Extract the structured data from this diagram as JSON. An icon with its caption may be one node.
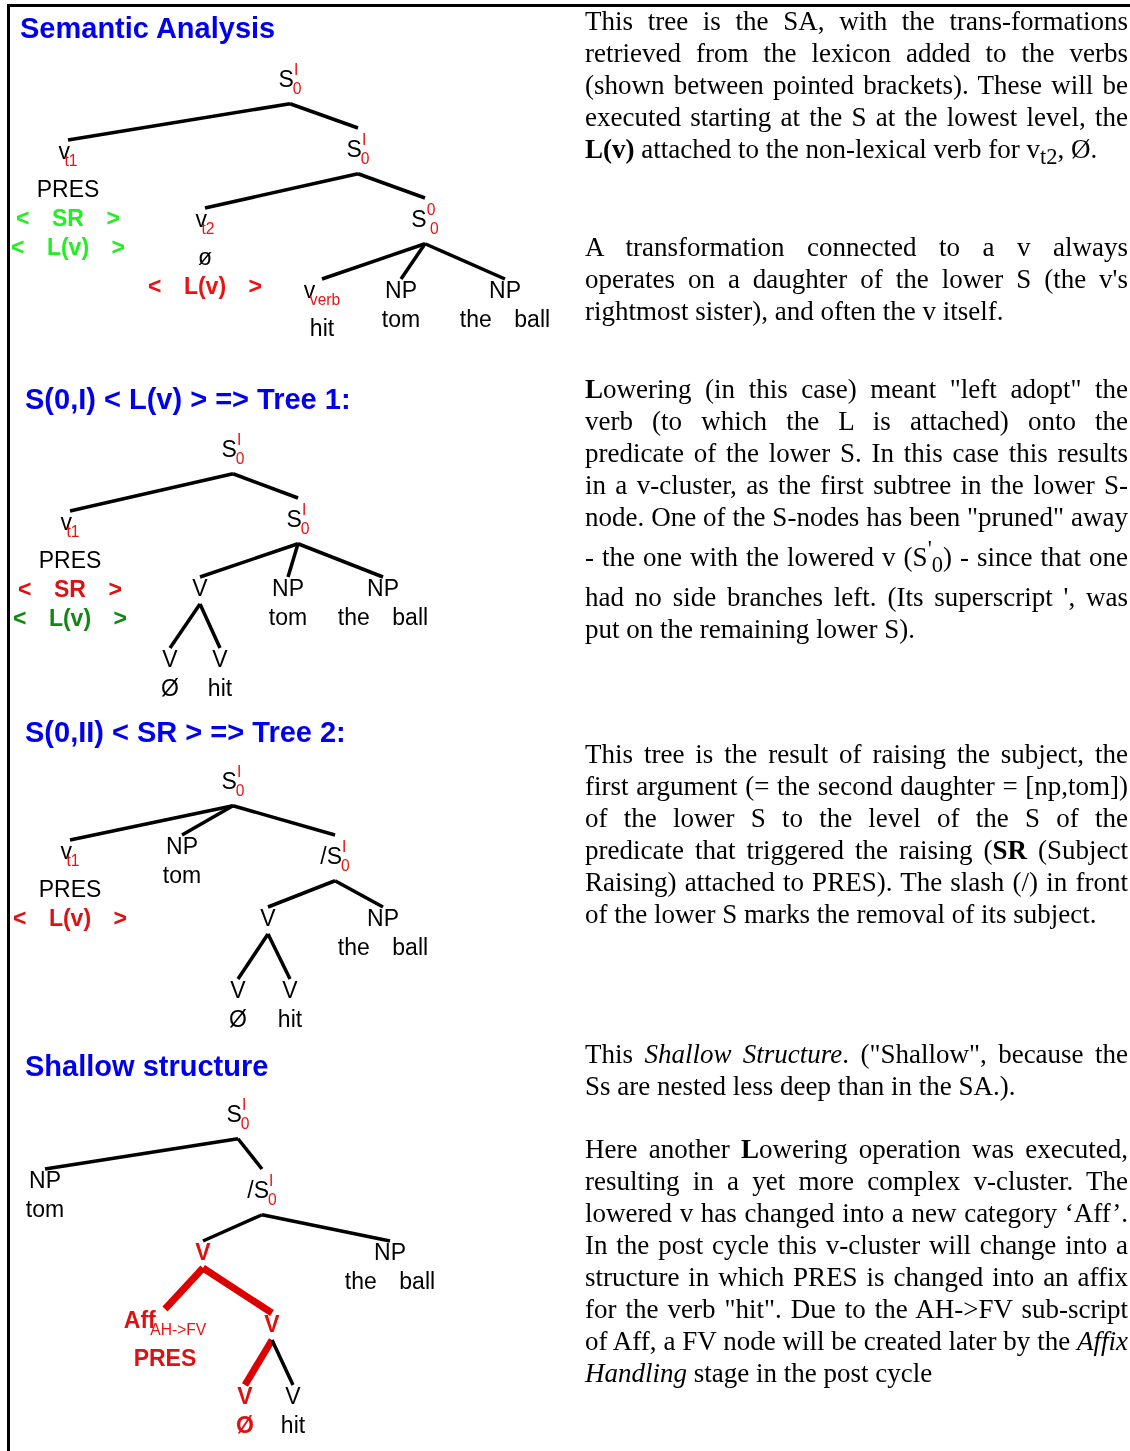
{
  "diagram": {
    "nodes": [
      {
        "text": [
          "S$^{I}$$_{0}$"
        ]
      },
      {
        "text": [
          "v$_{t1}$",
          "PRES",
          "< SR >",
          "< L(v) >"
        ]
      },
      {
        "text": [
          "S$^{I}$$_{0}$"
        ]
      },
      {
        "text": [
          "v$_{t2}$",
          "ø",
          "< L(v) >"
        ]
      },
      {
        "text": [
          "S$^{0}$$_{0}$"
        ]
      },
      {
        "text": [
          "v$_{verb}$",
          "hit"
        ]
      },
      {
        "text": [
          "NP",
          "tom"
        ]
      },
      {
        "text": [
          "NP",
          "the ball"
        ]
      },
      {
        "text": [
          "S$^{I}$$_{0}$"
        ]
      },
      {
        "text": [
          "v$_{t1}$",
          "PRES",
          "< SR >",
          "< L(v) >"
        ]
      },
      {
        "text": [
          "S$^{I}$$_{0}$"
        ]
      },
      {
        "text": [
          "V"
        ]
      },
      {
        "text": [
          "NP",
          "tom"
        ]
      },
      {
        "text": [
          "NP",
          "the ball"
        ]
      },
      {
        "text": [
          "V",
          "Ø"
        ]
      },
      {
        "text": [
          "V",
          "hit"
        ]
      },
      {
        "text": [
          "S$^{I}$$_{0}$"
        ]
      },
      {
        "text": [
          "v$_{t1}$",
          "PRES",
          "< L(v) >"
        ]
      },
      {
        "text": [
          "NP",
          "tom"
        ]
      },
      {
        "text": [
          "/S$^{I}$$_{0}$"
        ]
      },
      {
        "text": [
          "V"
        ]
      },
      {
        "text": [
          "NP",
          "the ball"
        ]
      },
      {
        "text": [
          "V",
          "Ø"
        ]
      },
      {
        "text": [
          "V",
          "hit"
        ]
      },
      {
        "text": [
          "S$^{I}$$_{0}$"
        ]
      },
      {
        "text": [
          "NP",
          "tom"
        ]
      },
      {
        "text": [
          "/S$^{I}$$_{0}$"
        ]
      },
      {
        "text": [
          "V"
        ]
      },
      {
        "text": [
          "NP",
          "the ball"
        ]
      },
      {
        "text": [
          "Aff$_{AH->FV}$",
          "PRES"
        ]
      },
      {
        "text": [
          "V"
        ]
      },
      {
        "text": [
          "V",
          "Ø"
        ]
      },
      {
        "text": [
          "V",
          "hit"
        ]
      }
    ],
    "edges": [
      {
        "from": 0,
        "to": 1,
        "arrow": "none"
      },
      {
        "from": 0,
        "to": 2,
        "arrow": "none"
      },
      {
        "from": 2,
        "to": 3,
        "arrow": "none"
      },
      {
        "from": 2,
        "to": 4,
        "arrow": "none"
      },
      {
        "from": 4,
        "to": 5,
        "arrow": "none"
      },
      {
        "from": 4,
        "to": 6,
        "arrow": "none"
      },
      {
        "from": 4,
        "to": 7,
        "arrow": "none"
      },
      {
        "from": 8,
        "to": 9,
        "arrow": "none"
      },
      {
        "from": 8,
        "to": 10,
        "arrow": "none"
      },
      {
        "from": 10,
        "to": 11,
        "arrow": "none"
      },
      {
        "from": 10,
        "to": 12,
        "arrow": "none"
      },
      {
        "from": 10,
        "to": 13,
        "arrow": "none"
      },
      {
        "from": 11,
        "to": 14,
        "arrow": "none"
      },
      {
        "from": 11,
        "to": 15,
        "arrow": "none"
      },
      {
        "from": 16,
        "to": 17,
        "arrow": "none"
      },
      {
        "from": 16,
        "to": 18,
        "arrow": "none"
      },
      {
        "from": 16,
        "to": 19,
        "arrow": "none"
      },
      {
        "from": 19,
        "to": 20,
        "arrow": "none"
      },
      {
        "from": 19,
        "to": 21,
        "arrow": "none"
      },
      {
        "from": 20,
        "to": 22,
        "arrow": "none"
      },
      {
        "from": 20,
        "to": 23,
        "arrow": "none"
      },
      {
        "from": 24,
        "to": 25,
        "arrow": "none"
      },
      {
        "from": 24,
        "to": 26,
        "arrow": "none"
      },
      {
        "from": 26,
        "to": 27,
        "arrow": "none"
      },
      {
        "from": 26,
        "to": 28,
        "arrow": "none"
      },
      {
        "from": 27,
        "to": 29,
        "arrow": "none",
        "style": "thick",
        "color": "#dd0000"
      },
      {
        "from": 27,
        "to": 30,
        "arrow": "none",
        "style": "thick",
        "color": "#dd0000"
      },
      {
        "from": 30,
        "to": 31,
        "arrow": "none",
        "style": "thick",
        "color": "#dd0000"
      },
      {
        "from": 30,
        "to": 32,
        "arrow": "none"
      }
    ],
    "labels": [
      "Semantic Analysis",
      "This tree is the SA, with the trans-formations retrieved from the lexicon added to the verbs (shown between pointed brackets). These will be executed starting at the S at the lowest level, the **L(v)** attached to the non-lexical verb for v$_{t2}$, Ø.",
      "A transformation connected to a v always operates on a daughter of the lower S (the v's rightmost sister), and often the v itself.",
      "S(0,I) < L(v) > => Tree 1:",
      "**L**owering (in this case) meant \"left adopt\" the verb (to which the L is attached) onto the predicate of the lower S. In this case this results in a v-cluster, as the first subtree in the lower S-node. One of the S-nodes has been \"pruned\" away - the one with the lowered v (S$^{'}$$_{0}$) - since that one had no side branches left. (Its superscript ', was put on the remaining lower S).",
      "S(0,II) < SR > => Tree 2:",
      "This tree is the result of raising the subject, the first argument (= the second daughter = [np,tom]) of the lower S to the level of the S of the predicate that triggered the raising (**SR** (Subject Raising) attached to PRES). The slash (/) in front of the lower S marks the removal of its subject.",
      "Shallow structure",
      "This *Shallow Structure*. (\"Shallow\", because the Ss are nested less deep than in the SA.).",
      "Here another **L**owering operation was executed, resulting in a yet more complex v-cluster. The lowered v has changed into a new category ‘Aff’. In the post cycle this v-cluster will change into a structure in which PRES is changed into an affix for the verb \"hit\". Due to the AH->FV sub-script of Aff, a FV node will be created later by the *Affix Handling* stage in the post cycle"
    ]
  }
}
